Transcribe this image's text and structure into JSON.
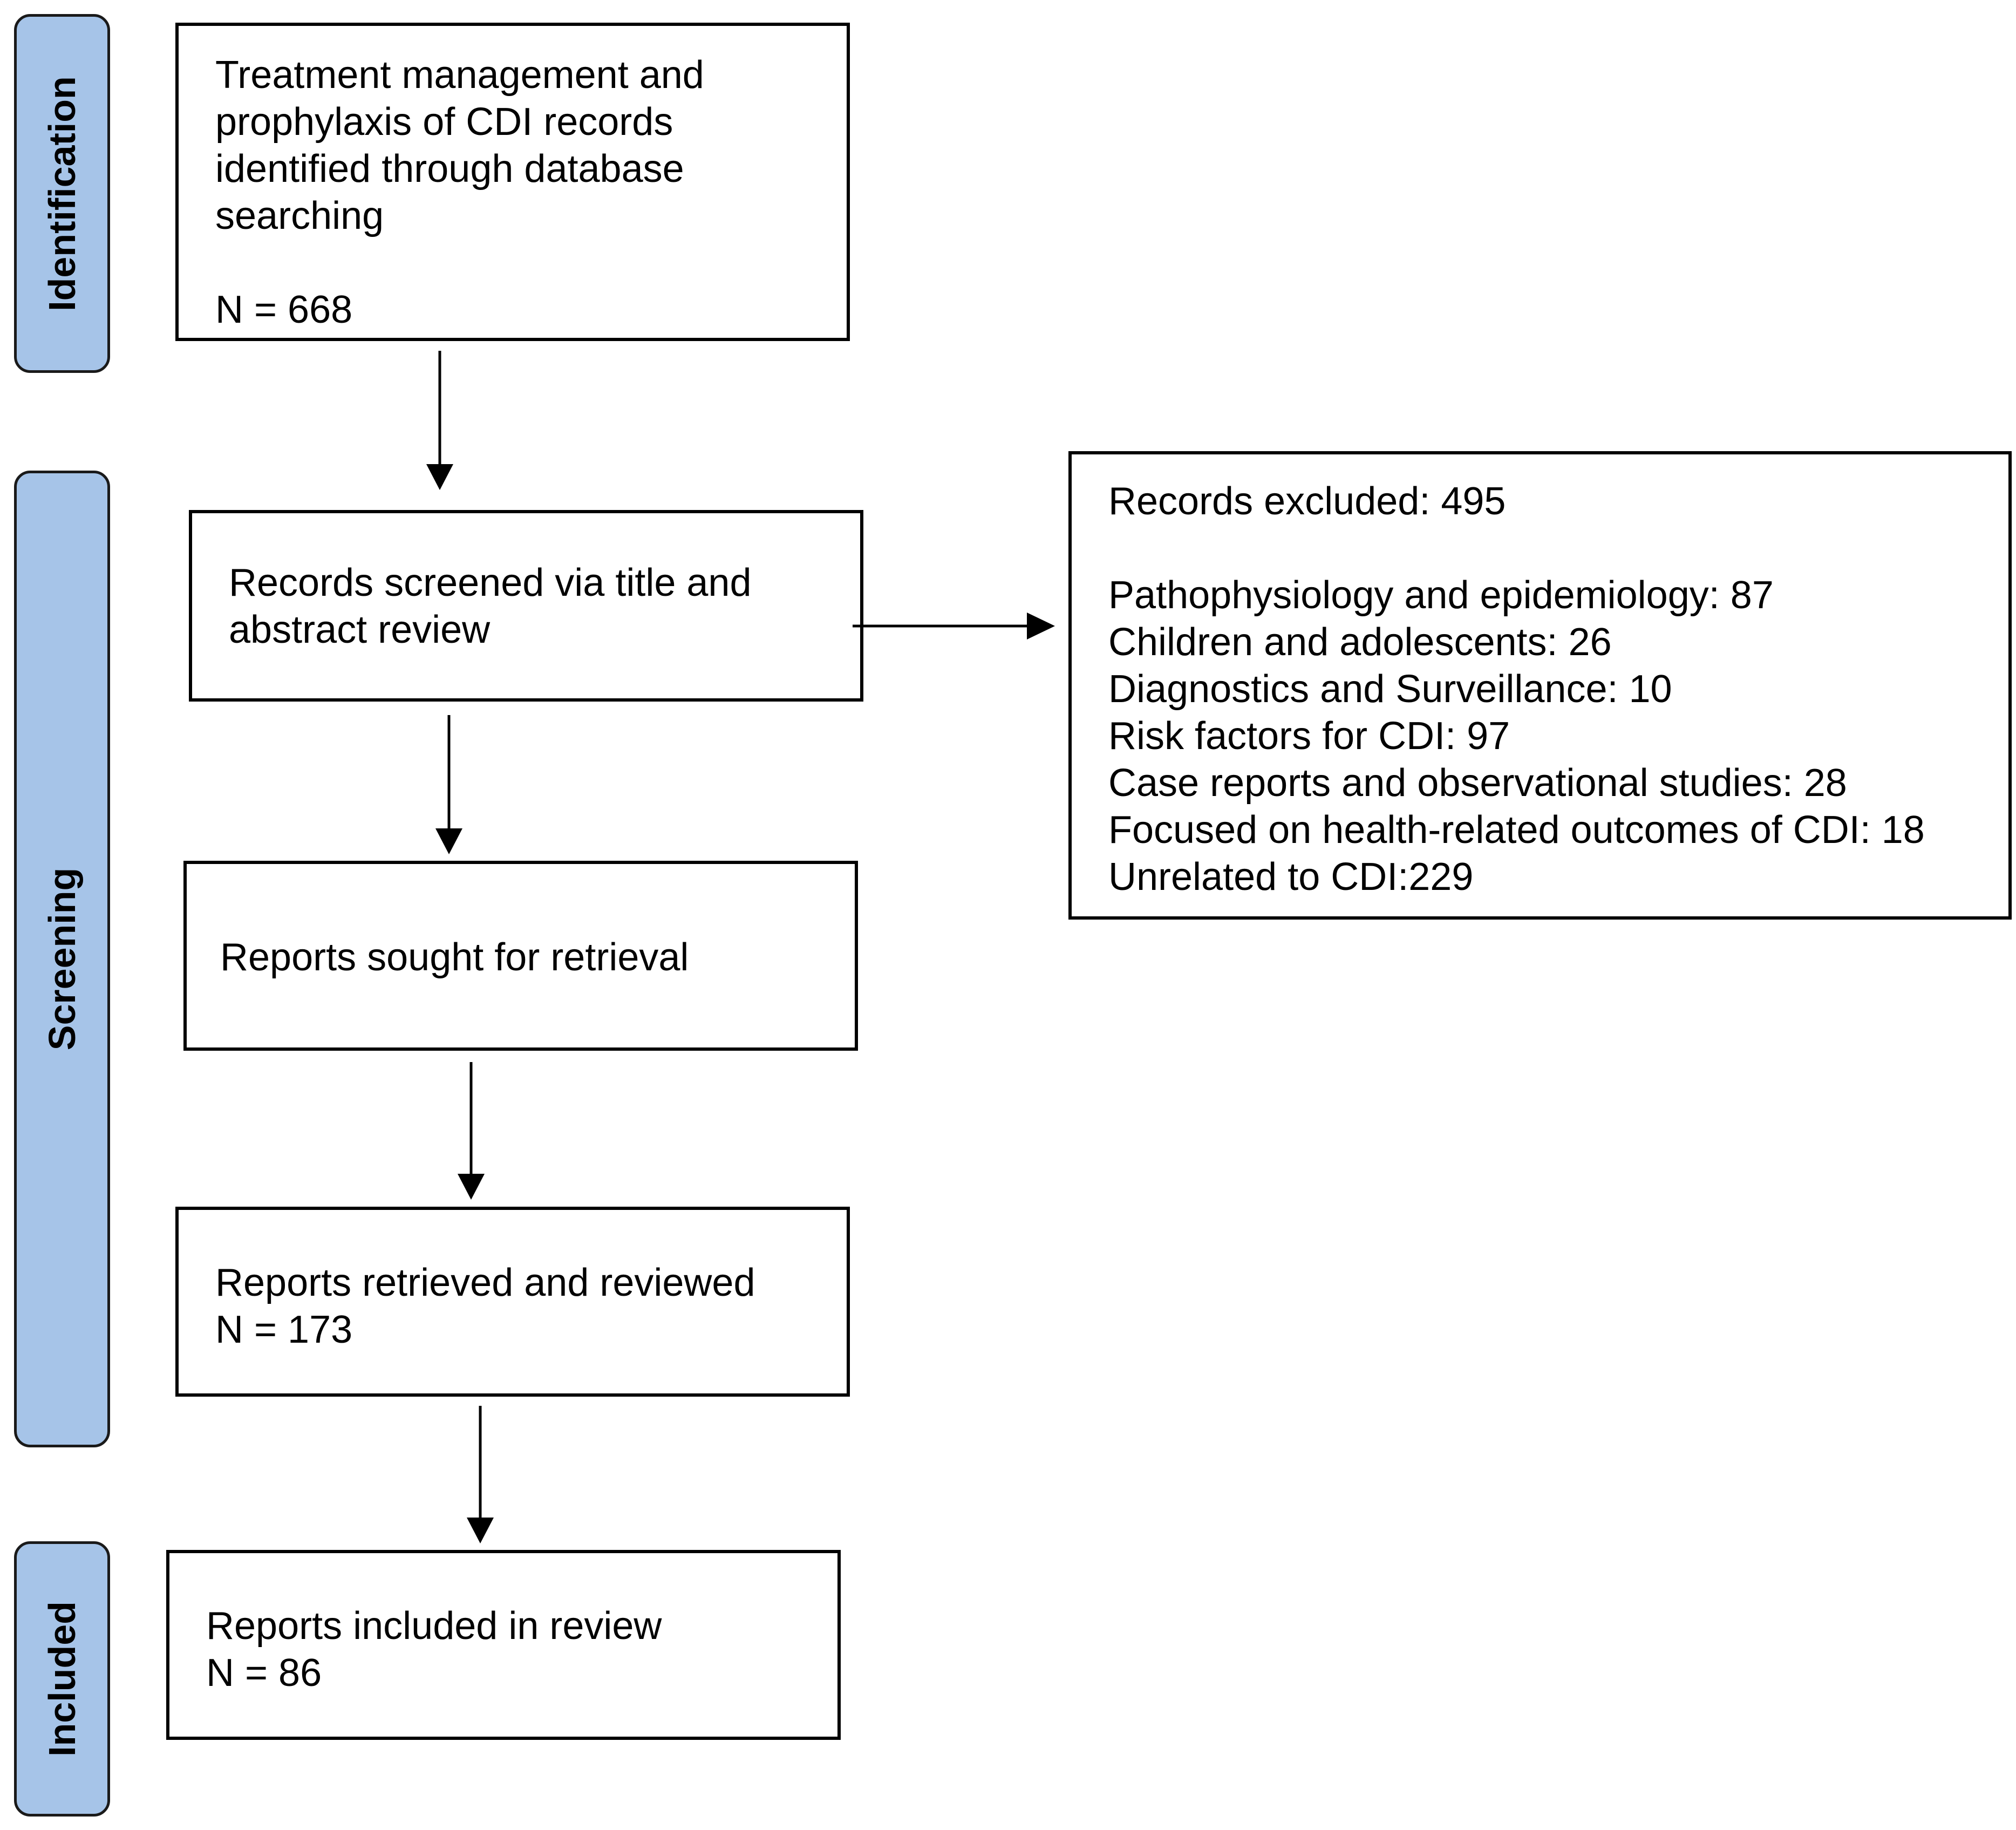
{
  "phases": {
    "identification": "Identification",
    "screening": "Screening",
    "included": "Included"
  },
  "boxes": {
    "identified": {
      "lines": [
        "Treatment management and",
        "prophylaxis of CDI records",
        "identified through database",
        "searching"
      ],
      "count": "N = 668"
    },
    "screened": {
      "lines": [
        "Records screened via title and",
        "abstract review"
      ]
    },
    "sought": {
      "lines": [
        "Reports sought for retrieval"
      ]
    },
    "retrieved": {
      "lines": [
        "Reports retrieved and reviewed"
      ],
      "count": "N = 173"
    },
    "included": {
      "lines": [
        "Reports included in review"
      ],
      "count": "N = 86"
    },
    "excluded": {
      "heading": "Records excluded: 495",
      "reasons": [
        "Pathophysiology and epidemiology: 87",
        "Children and adolescents: 26",
        "Diagnostics and Surveillance: 10",
        "Risk factors for CDI: 97",
        "Case reports and observational studies: 28",
        "Focused on health-related outcomes of CDI: 18",
        "Unrelated to CDI:229"
      ]
    }
  },
  "colors": {
    "phase_fill": "#a6c4e8",
    "box_border": "#000000",
    "arrow": "#000000"
  }
}
